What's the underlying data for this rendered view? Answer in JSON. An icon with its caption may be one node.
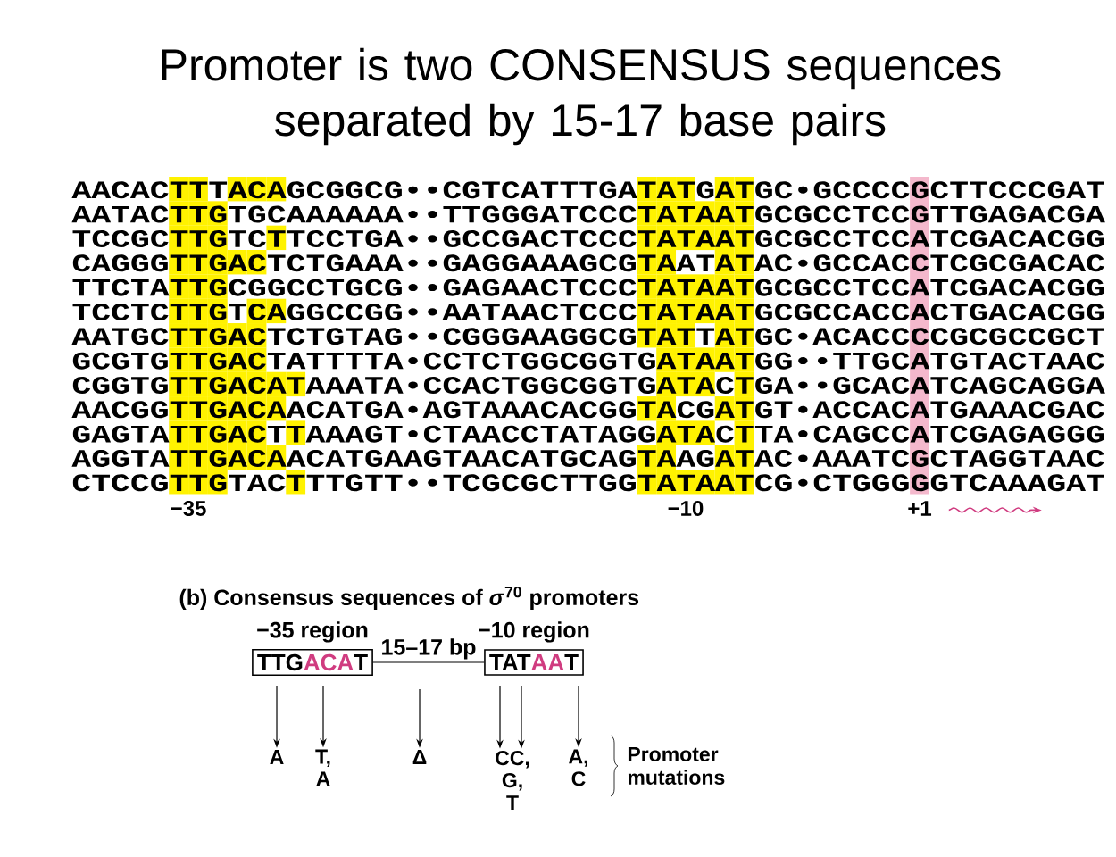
{
  "diagram": {
    "title": "Promoter is two CONSENSUS sequences separated by 15-17 base pairs",
    "caption": "(b) Consensus sequences of *σ*$^{70}$ promoters",
    "nodes": [
      {
        "text": [
          "TTG",
          "ACA",
          "T"
        ],
        "beside": [
          "−35 region"
        ]
      },
      {
        "text": [
          "TAT",
          "AA",
          "T"
        ],
        "beside": [
          "−10 region"
        ]
      },
      {
        "text": [
          "A"
        ]
      },
      {
        "text": [
          "T, A"
        ]
      },
      {
        "text": [
          "Δ"
        ]
      },
      {
        "text": [
          "CC, G, T"
        ]
      },
      {
        "text": [
          "A, C"
        ]
      }
    ],
    "edges": [
      {
        "from": 0,
        "to": 1,
        "arrow": "none",
        "label": "15–17 bp"
      },
      {
        "from": 0,
        "to": 2,
        "arrow": "to"
      },
      {
        "from": 0,
        "to": 3,
        "arrow": "to"
      },
      {
        "from": null,
        "to": 4,
        "arrow": "to"
      },
      {
        "from": 1,
        "to": 5,
        "arrow": "to"
      },
      {
        "from": 1,
        "to": 5,
        "arrow": "to"
      },
      {
        "from": 1,
        "to": 6,
        "arrow": "to"
      }
    ],
    "labels": [
      "AACACTTTACAGCGGCG••CGTCATTTGATATGATGC•GCCCCGCTTCCCGAT",
      "AATACTTGTGCAAAAAA••TTGGGATCCCTATAATGCGCCTCCGTTGAGACGA",
      "TCCGCTTGTCTTCCTGA••GCCGACTCCCTATAATGCGCCTCCATCGACACGG",
      "CAGGGTTGACTCTGAAA••GAGGAAAGCGTAATATAC•GCCACCTCGCGACAC",
      "TTCTATTGCGGCCTGCG••GAGAACTCCCTATAATGCGCCTCCATCGACACGG",
      "TCCTCTTGTCAGGCCGG••AATAACTCCCTATAATGCGCCACCACTGACACGG",
      "AATGCTTGACTCTGTAG••CGGGAAGGCGTATTATGC•ACACCCCGCGCCGCT",
      "GCGTGTTGACTATTTTA•CCTCTGGCGGTGATAATGG••TTGCATGTACTAAC",
      "CGGTGTTGACATAAATA•CCACTGGCGGTGATACTGA••GCACATCAGCAGGA",
      "AACGGTTGACAACATGA•AGTAAACACGGTACGATGT•ACCACATGAAACGAC",
      "GAGTATTGACTTAAAGT•CTAACCTATAGGATACTTA•CAGCCATCGAGAGGG",
      "AGGTATTGACAACATGAAGTAACATGCAGTAAGATAC•AAATCGCTAGGTAAC",
      "CTCCGTTGTACTTTGTT••TCGCGCTTGGTATAATCG•CTGGGGGTCAAAGAT",
      "−35",
      "−10",
      "+1",
      "Promoter mutations"
    ]
  }
}
